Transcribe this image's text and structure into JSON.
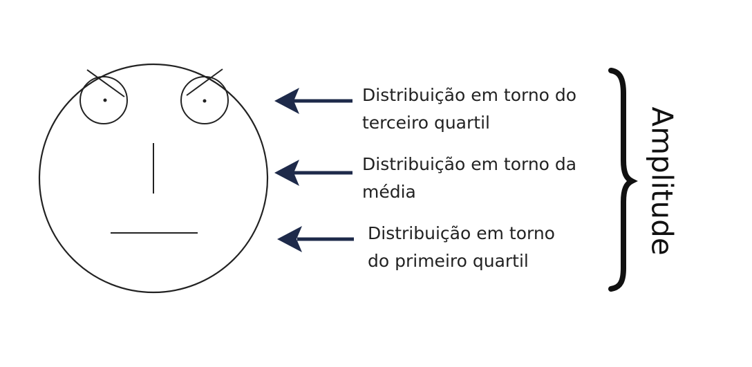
{
  "annotations": [
    {
      "line1": "Distribuição em torno do",
      "line2": "terceiro quartil"
    },
    {
      "line1": "Distribuição em torno da",
      "line2": "média"
    },
    {
      "line1": "Distribuição em torno",
      "line2": "do primeiro quartil"
    }
  ],
  "range_label": "Amplitude",
  "colors": {
    "arrow": "#1e2a4a",
    "outline": "#222222",
    "brace": "#111111"
  }
}
